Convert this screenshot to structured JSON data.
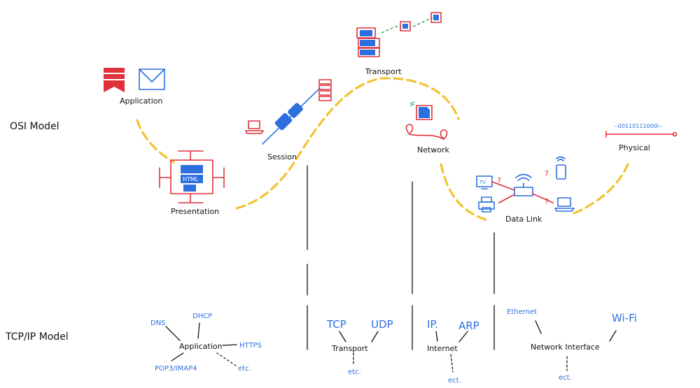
{
  "osi": {
    "title": "OSI Model",
    "layers": {
      "application": "Application",
      "presentation": "Presentation",
      "session": "Session",
      "transport": "Transport",
      "network": "Network",
      "data_link": "Data Link",
      "physical": "Physical"
    },
    "html_badge": "HTML",
    "bits": "--00110111000l--",
    "tv_label": "TV",
    "question_mark": "?"
  },
  "tcpip": {
    "title": "TCP/IP Model",
    "application": {
      "label": "Application",
      "protocols": [
        "DNS",
        "DHCP",
        "HTTPS",
        "POP3/IMAP4"
      ],
      "more": "etc."
    },
    "transport": {
      "label": "Transport",
      "protocols": [
        "TCP",
        "UDP"
      ],
      "more": "etc."
    },
    "internet": {
      "label": "Internet",
      "protocols": [
        "IP.",
        "ARP"
      ],
      "more": "ect."
    },
    "network_interface": {
      "label": "Network Interface",
      "protocols": [
        "Ethernet",
        "Wi-Fi"
      ],
      "more": "ect."
    }
  },
  "colors": {
    "wave": "#f2c230",
    "accent_red": "#e0303a",
    "accent_blue": "#2e6fe0",
    "accent_green": "#3aaa4a",
    "ink": "#111111"
  },
  "icons": {
    "application": [
      "bookmark-stack-icon",
      "envelope-icon"
    ],
    "presentation": "html-frame-icon",
    "session": [
      "laptop-icon",
      "plug-icon",
      "server-icon"
    ],
    "transport": [
      "html-stack-icon",
      "packet-icon"
    ],
    "network": [
      "document-icon",
      "location-pin-icon"
    ],
    "data_link": [
      "tv-icon",
      "router-icon",
      "phone-icon",
      "printer-icon",
      "laptop-icon"
    ],
    "physical": "cable-icon"
  }
}
